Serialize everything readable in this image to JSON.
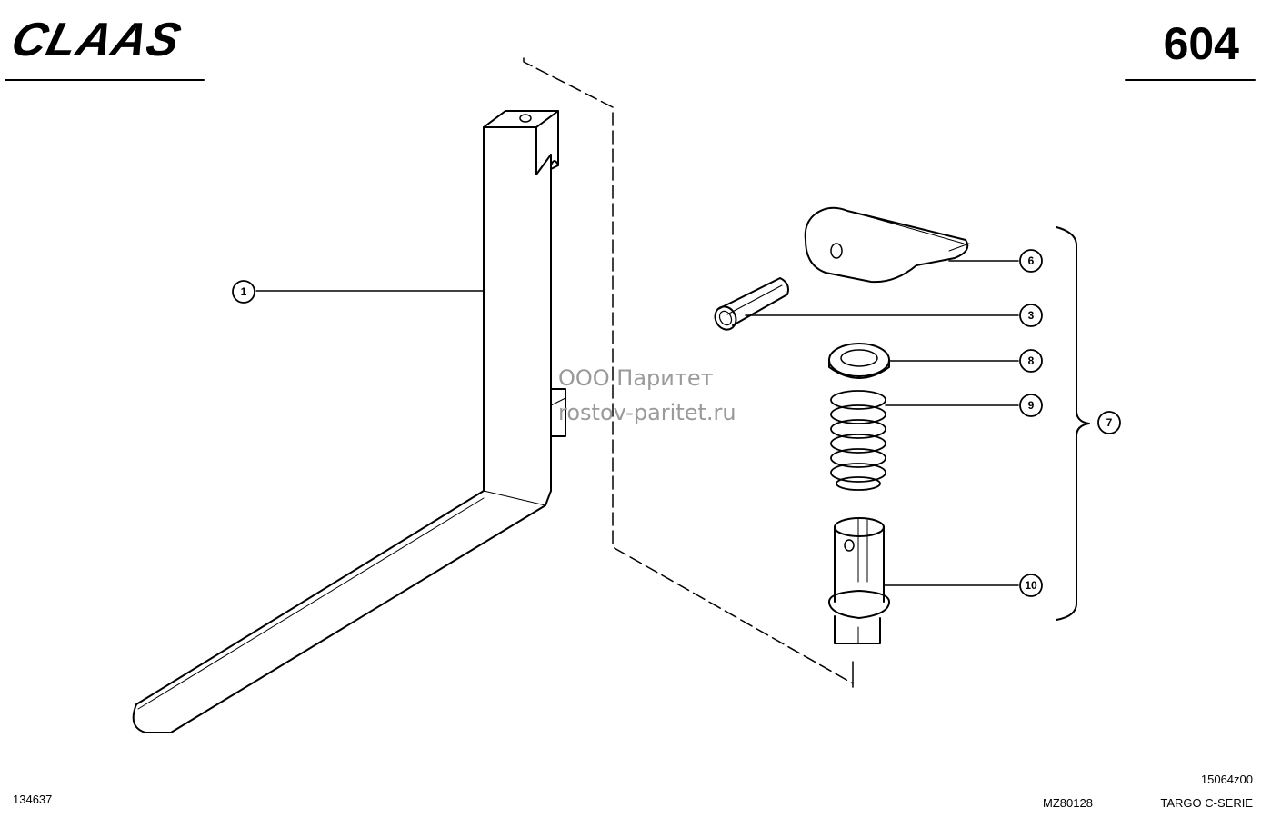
{
  "header": {
    "brand": "CLAAS",
    "page_number": "604"
  },
  "watermark": {
    "line1": "ООО Паритет",
    "line2": "rostov-paritet.ru"
  },
  "callouts": [
    {
      "id": "1",
      "label": "1"
    },
    {
      "id": "6",
      "label": "6"
    },
    {
      "id": "3",
      "label": "3"
    },
    {
      "id": "8",
      "label": "8"
    },
    {
      "id": "9",
      "label": "9"
    },
    {
      "id": "10",
      "label": "10"
    },
    {
      "id": "7",
      "label": "7"
    }
  ],
  "footer": {
    "left_code": "134637",
    "center_code": "MZ80128",
    "right_code_top": "15064z00",
    "right_code_bottom": "TARGO C-SERIE"
  }
}
